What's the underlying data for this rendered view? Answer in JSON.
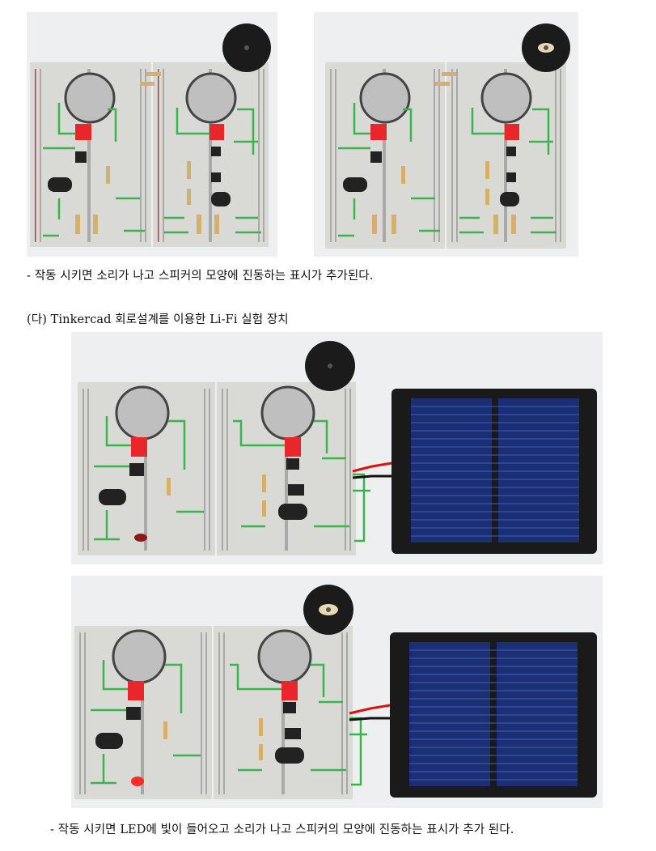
{
  "captions": {
    "caption1": "- 작동 시키면 소리가 나고 스피커의 모양에 진동하는 표시가 추가된다.",
    "section_heading": "(다) Tinkercad 회로설계를 이용한 Li-Fi 실험 장치",
    "caption2": "- 작동 시키면 LED에 빛이 들어오고 소리가 나고 스피커의 모양에 진동하는 표시가 추가 된다."
  },
  "figures": [
    {
      "id": "fig-1",
      "description": "two breadboards with coin cell batteries, switches, transistors, capacitors, resistors and buzzer (off)"
    },
    {
      "id": "fig-2",
      "description": "same circuit with buzzer showing vibration indicator"
    },
    {
      "id": "fig-3",
      "description": "Li-Fi setup: two breadboards, buzzer and solar panel (off)"
    },
    {
      "id": "fig-4",
      "description": "Li-Fi setup: LED lit, buzzer vibrating, solar panel"
    }
  ],
  "colors": {
    "led_on": "#ff2a2a",
    "switch": "#e8262b",
    "wire": "#3ab54a",
    "solar": "#1d2f73"
  }
}
